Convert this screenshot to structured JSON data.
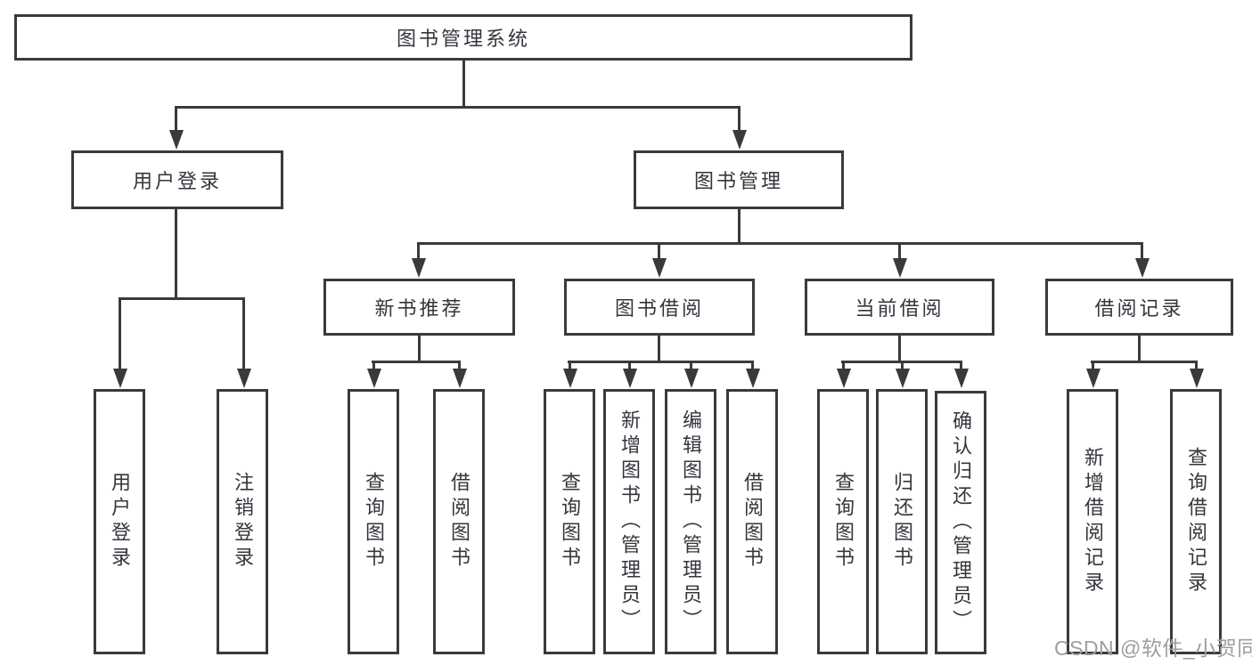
{
  "tree": {
    "root": {
      "label": "图书管理系统"
    },
    "branches": [
      {
        "label": "用户登录",
        "children": [
          {
            "label": "用户登录"
          },
          {
            "label": "注销登录"
          }
        ]
      },
      {
        "label": "图书管理",
        "children": [
          {
            "label": "新书推荐",
            "children": [
              {
                "label": "查询图书"
              },
              {
                "label": "借阅图书"
              }
            ]
          },
          {
            "label": "图书借阅",
            "children": [
              {
                "label": "查询图书"
              },
              {
                "label": "新增图书（管理员）"
              },
              {
                "label": "编辑图书（管理员）"
              },
              {
                "label": "借阅图书"
              }
            ]
          },
          {
            "label": "当前借阅",
            "children": [
              {
                "label": "查询图书"
              },
              {
                "label": "归还图书"
              },
              {
                "label": "确认归还（管理员）"
              }
            ]
          },
          {
            "label": "借阅记录",
            "children": [
              {
                "label": "新增借阅记录"
              },
              {
                "label": "查询借阅记录"
              }
            ]
          }
        ]
      }
    ]
  },
  "watermark": {
    "text": "CSDN @软件_小贺同学"
  },
  "colors": {
    "box_border": "#3a3a3a",
    "connector_line": "#3a3a3a",
    "label_text": "#35353d",
    "watermark_text": "#9e9e9e"
  }
}
